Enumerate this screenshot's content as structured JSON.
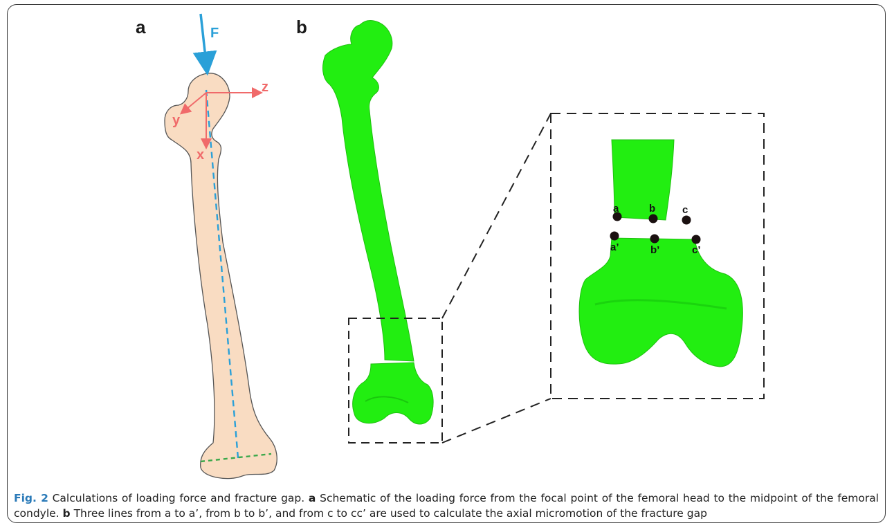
{
  "panels": {
    "a": {
      "label": "a",
      "force_label": "F",
      "axes": {
        "z": "z",
        "y": "y",
        "x": "x"
      },
      "colors": {
        "bone": "#f9dcc2",
        "force": "#2aa0d8",
        "axes": "#f06a6a",
        "condyle_line": "#3aa84a"
      }
    },
    "b": {
      "label": "b",
      "points_top": [
        "a",
        "b",
        "c"
      ],
      "points_bottom": [
        "a’",
        "b’",
        "c’"
      ],
      "colors": {
        "bone": "#22ee11",
        "points": "#1a1010"
      }
    }
  },
  "caption": {
    "figure_label": "Fig. 2",
    "title": " Calculations of loading force and fracture gap. ",
    "part_a_label": "a",
    "part_a_text": " Schematic of the loading force from the focal point of the femoral head to the midpoint of the femoral condyle. ",
    "part_b_label": "b",
    "part_b_text": " Three lines from a to a’, from b to b’, and from c to cc’ are used to calculate the axial micromotion of the fracture gap"
  }
}
